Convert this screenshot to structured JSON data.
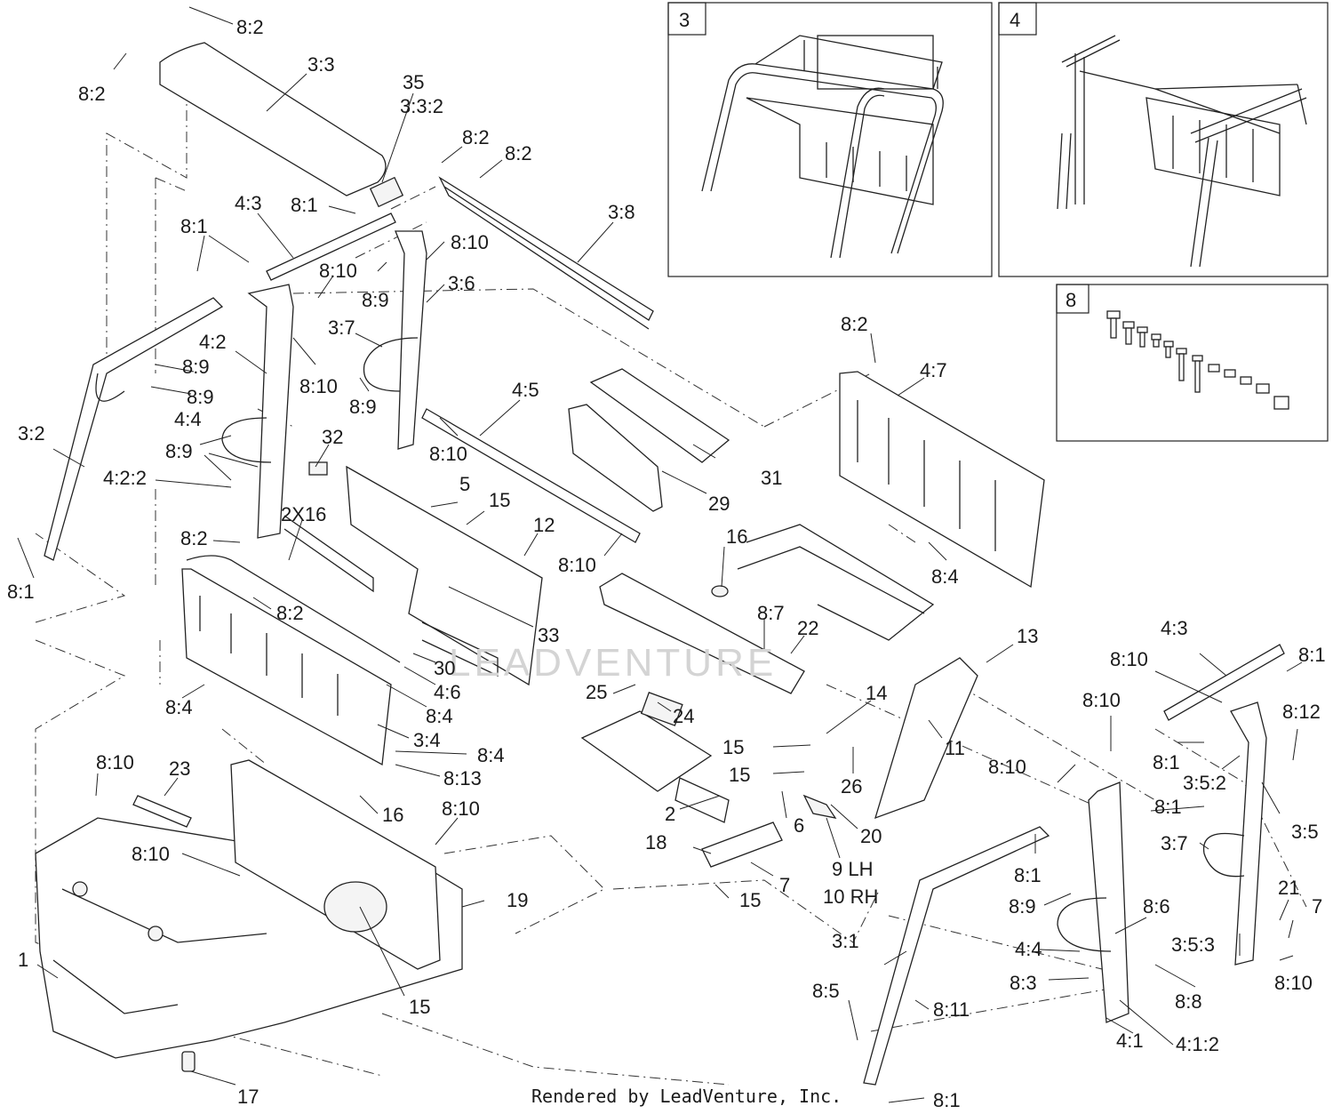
{
  "diagram": {
    "footer": "Rendered by LeadVenture, Inc.",
    "watermark": "LEADVENTURE",
    "insets": [
      {
        "id": "inset-3",
        "number": "3"
      },
      {
        "id": "inset-4",
        "number": "4"
      },
      {
        "id": "inset-8",
        "number": "8"
      }
    ],
    "callouts": [
      "8:2",
      "8:2",
      "3:3",
      "35",
      "3:3:2",
      "8:2",
      "8:2",
      "3:8",
      "8:1",
      "4:3",
      "8:1",
      "8:10",
      "8:10",
      "8:9",
      "3:6",
      "3:7",
      "4:2",
      "8:10",
      "8:9",
      "8:9",
      "8:9",
      "8:10",
      "4:5",
      "4:4",
      "8:9",
      "3:2",
      "4:2:2",
      "32",
      "5",
      "15",
      "2X16",
      "12",
      "31",
      "29",
      "8:2",
      "8:10",
      "16",
      "8:7",
      "22",
      "8:2",
      "4:7",
      "8:4",
      "8:1",
      "8:2",
      "33",
      "30",
      "4:6",
      "8:4",
      "3:4",
      "8:4",
      "8:4",
      "8:13",
      "13",
      "4:3",
      "8:1",
      "8:10",
      "8:12",
      "8:10",
      "8:1",
      "3:5:2",
      "14",
      "11",
      "25",
      "24",
      "15",
      "15",
      "26",
      "20",
      "2",
      "6",
      "18",
      "7",
      "15",
      "9 LH",
      "10 RH",
      "8:10",
      "8:1",
      "3:5",
      "3:7",
      "8:1",
      "8:9",
      "8:6",
      "21",
      "7",
      "3:5:3",
      "4:4",
      "8:10",
      "8:3",
      "8:8",
      "3:1",
      "8:5",
      "8:11",
      "4:1",
      "4:1:2",
      "8:1",
      "8:10",
      "23",
      "16",
      "8:10",
      "8:10",
      "19",
      "1",
      "15",
      "17"
    ]
  }
}
